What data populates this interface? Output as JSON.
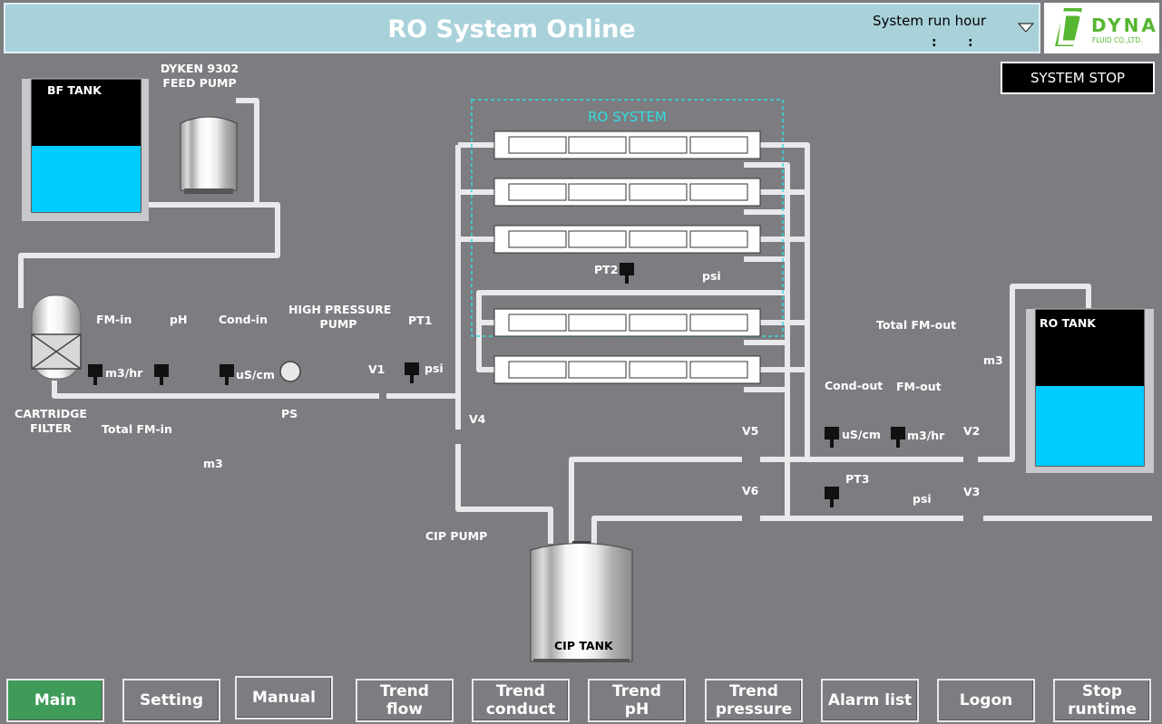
{
  "header": {
    "title": "RO System Online",
    "run_hour_label": "System run hour",
    "run_hour_colon_1": ":",
    "run_hour_colon_2": ":"
  },
  "logo": {
    "brand": "DYNA",
    "sub": "FLUID CO.,LTD."
  },
  "system_stop_button": "SYSTEM STOP",
  "tanks": {
    "bf_tank": "BF TANK",
    "ro_tank": "RO TANK",
    "cip_tank": "CIP TANK",
    "bf_tank_level": 0.5,
    "ro_tank_level": 0.51
  },
  "labels": {
    "feed_pump": "DYKEN 9302\nFEED PUMP",
    "ro_system": "RO SYSTEM",
    "fm_in": "FM-in",
    "ph": "pH",
    "cond_in": "Cond-in",
    "high_pressure_pump": "HIGH PRESSURE\nPUMP",
    "pt1": "PT1",
    "pt2": "PT2",
    "pt3": "PT3",
    "cartridge_filter": "CARTRIDGE\nFILTER",
    "total_fm_in": "Total FM-in",
    "m3_in": "m3",
    "ps": "PS",
    "v1": "V1",
    "v2": "V2",
    "v3": "V3",
    "v4": "V4",
    "v5": "V5",
    "v6": "V6",
    "total_fm_out": "Total FM-out",
    "m3_out": "m3",
    "cond_out": "Cond-out",
    "fm_out": "FM-out",
    "cip_pump": "CIP PUMP"
  },
  "units": {
    "fm_in_unit": "m3/hr",
    "cond_in_unit": "uS/cm",
    "pt1_unit": "psi",
    "pt2_unit": "psi",
    "cond_out_unit": "uS/cm",
    "fm_out_unit": "m3/hr",
    "pt3_unit": "psi"
  },
  "nav": [
    {
      "label": "Main",
      "active": true
    },
    {
      "label": "Setting"
    },
    {
      "label": "Manual"
    },
    {
      "label": "Trend\nflow"
    },
    {
      "label": "Trend\nconduct"
    },
    {
      "label": "Trend\npH"
    },
    {
      "label": "Trend\npressure"
    },
    {
      "label": "Alarm list"
    },
    {
      "label": "Logon"
    },
    {
      "label": "Stop\nruntime"
    }
  ],
  "colors": {
    "background": "#7d7c81",
    "header": "#a9d1da",
    "water": "#00ccff",
    "ro_frame": "#33dddd",
    "active_nav": "#3f9b5a",
    "logo_green": "#56b630"
  }
}
